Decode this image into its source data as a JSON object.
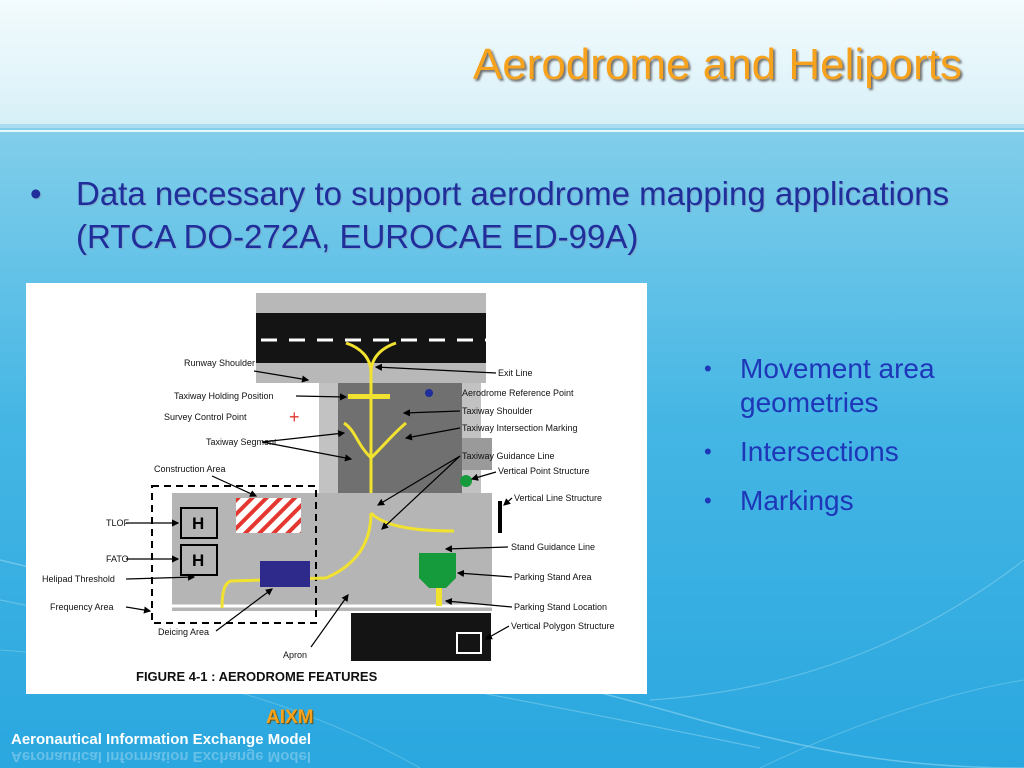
{
  "slide": {
    "title": "Aerodrome and Heliports",
    "bullet_main": "Data necessary to support aerodrome mapping applications (RTCA DO-272A, EUROCAE ED-99A)",
    "bullet_symbol": "•",
    "sub_bullets": [
      "Movement area geometries",
      "Intersections",
      "Markings"
    ]
  },
  "figure": {
    "caption": "FIGURE 4-1 : AERODROME FEATURES",
    "labels_left": [
      "Runway Shoulder",
      "Taxiway Holding Position",
      "Survey Control Point",
      "Taxiway Segment",
      "Construction Area",
      "TLOF",
      "FATO",
      "Helipad Threshold",
      "Frequency Area",
      "Deicing Area",
      "Apron"
    ],
    "labels_right": [
      "Exit Line",
      "Aerodrome Reference Point",
      "Taxiway Shoulder",
      "Taxiway Intersection Marking",
      "Taxiway Guidance Line",
      "Vertical Point Structure",
      "Vertical Line Structure",
      "Stand Guidance Line",
      "Parking Stand Area",
      "Parking Stand Location",
      "Vertical Polygon Structure"
    ],
    "helipad_letter": "H"
  },
  "footer": {
    "logo": "AIXM",
    "name": "Aeronautical Information Exchange Model"
  },
  "colors": {
    "title": "#f7a21d",
    "main_text": "#1f2e9a",
    "sub_text": "#1e36b8",
    "guidance_line": "#f2e230",
    "parking_stand": "#159a3c"
  }
}
